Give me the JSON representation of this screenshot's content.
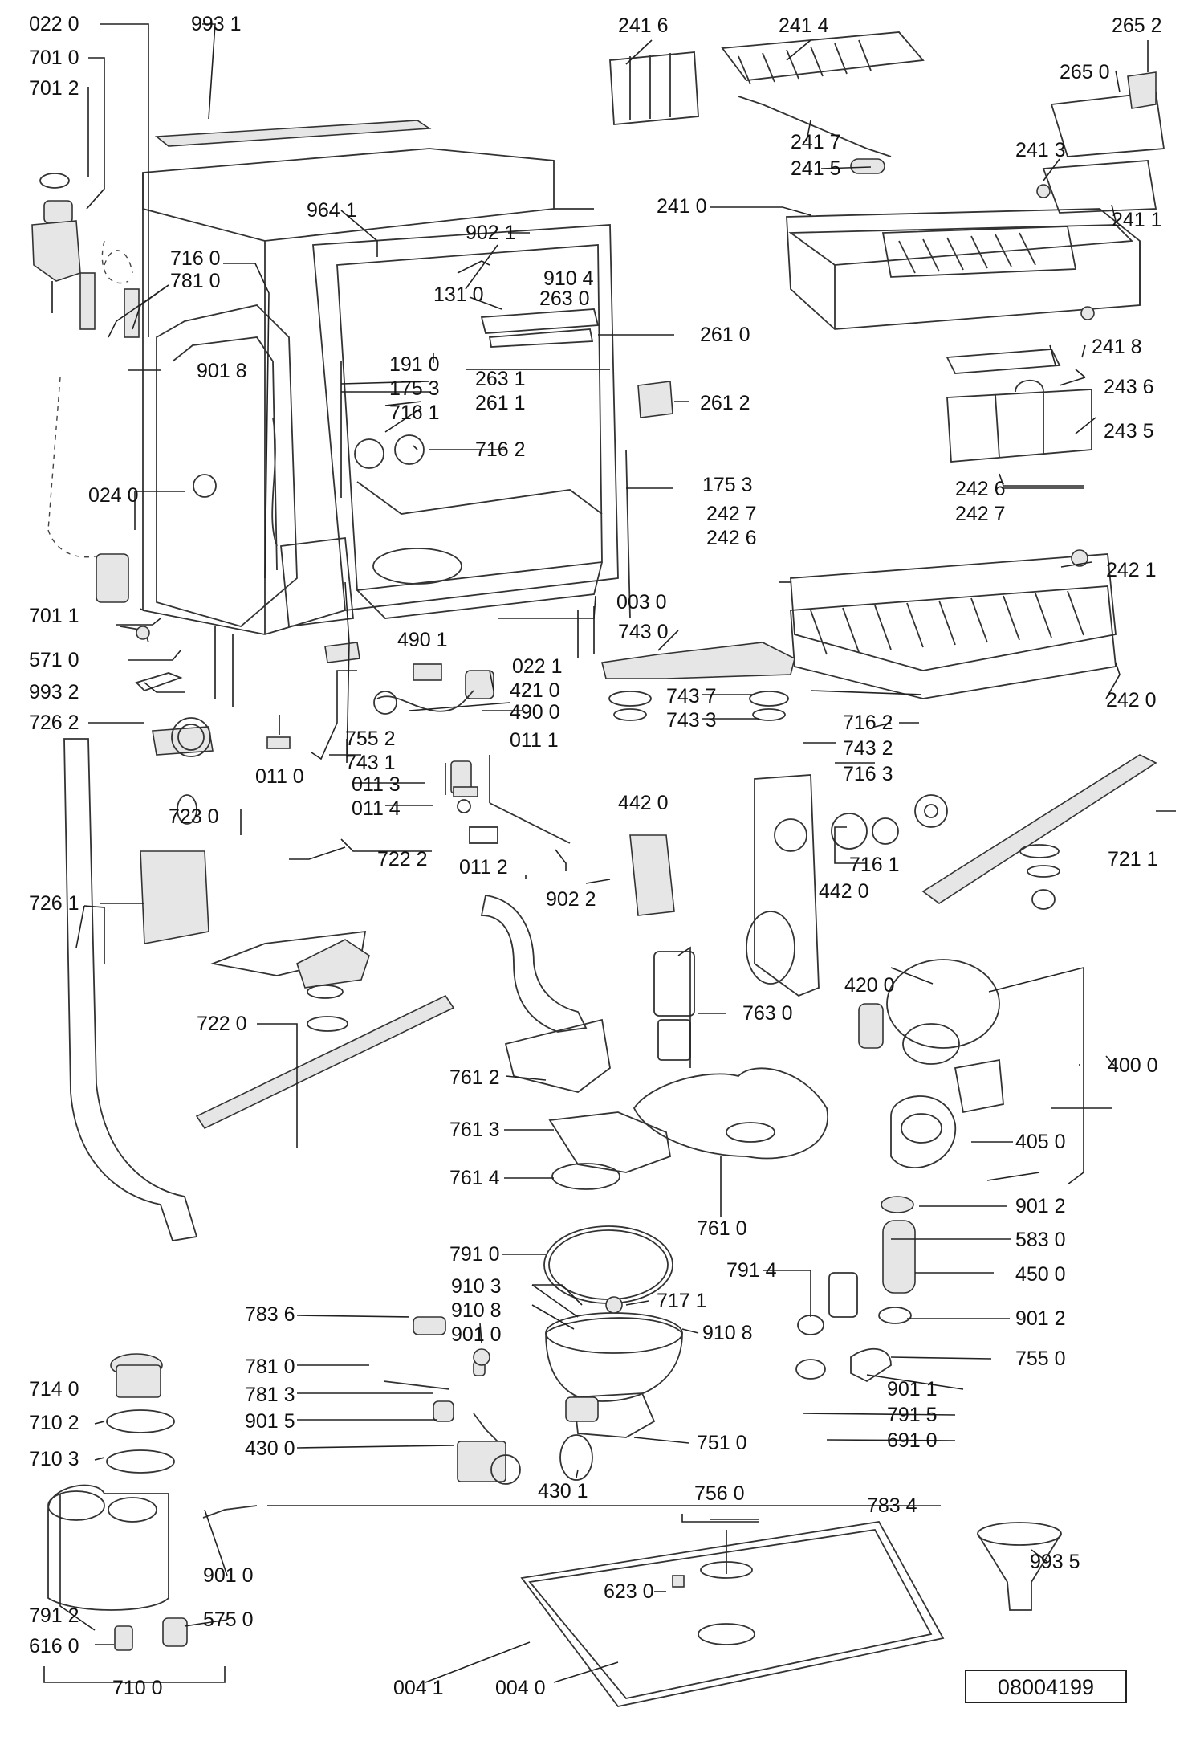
{
  "drawing_number": "08004199",
  "labels": [
    {
      "id": "022-0",
      "text": "022 0"
    },
    {
      "id": "993-1",
      "text": "993 1"
    },
    {
      "id": "241-6",
      "text": "241 6"
    },
    {
      "id": "241-4",
      "text": "241 4"
    },
    {
      "id": "265-2",
      "text": "265 2"
    },
    {
      "id": "701-0",
      "text": "701 0"
    },
    {
      "id": "701-2",
      "text": "701 2"
    },
    {
      "id": "265-0",
      "text": "265 0"
    },
    {
      "id": "241-3",
      "text": "241 3"
    },
    {
      "id": "241-7",
      "text": "241 7"
    },
    {
      "id": "241-5",
      "text": "241 5"
    },
    {
      "id": "241-0",
      "text": "241 0"
    },
    {
      "id": "241-1",
      "text": "241 1"
    },
    {
      "id": "964-1",
      "text": "964 1"
    },
    {
      "id": "902-1",
      "text": "902 1"
    },
    {
      "id": "716-0",
      "text": "716 0"
    },
    {
      "id": "781-0-top",
      "text": "781 0"
    },
    {
      "id": "910-4",
      "text": "910 4"
    },
    {
      "id": "131-0",
      "text": "131 0"
    },
    {
      "id": "263-0",
      "text": "263 0"
    },
    {
      "id": "261-0",
      "text": "261 0"
    },
    {
      "id": "241-8",
      "text": "241 8"
    },
    {
      "id": "901-8",
      "text": "901 8"
    },
    {
      "id": "191-0",
      "text": "191 0"
    },
    {
      "id": "263-1",
      "text": "263 1"
    },
    {
      "id": "243-6",
      "text": "243 6"
    },
    {
      "id": "175-3-a",
      "text": "175 3"
    },
    {
      "id": "261-1",
      "text": "261 1"
    },
    {
      "id": "261-2",
      "text": "261 2"
    },
    {
      "id": "716-1-a",
      "text": "716 1"
    },
    {
      "id": "243-5",
      "text": "243 5"
    },
    {
      "id": "716-2-a",
      "text": "716 2"
    },
    {
      "id": "175-3-b",
      "text": "175 3"
    },
    {
      "id": "024-0",
      "text": "024 0"
    },
    {
      "id": "242-6-a",
      "text": "242 6"
    },
    {
      "id": "242-7-a",
      "text": "242 7"
    },
    {
      "id": "242-7-b",
      "text": "242 7"
    },
    {
      "id": "242-6-b",
      "text": "242 6"
    },
    {
      "id": "242-1",
      "text": "242 1"
    },
    {
      "id": "003-0",
      "text": "003 0"
    },
    {
      "id": "701-1",
      "text": "701 1"
    },
    {
      "id": "743-0",
      "text": "743 0"
    },
    {
      "id": "490-1",
      "text": "490 1"
    },
    {
      "id": "022-1",
      "text": "022 1"
    },
    {
      "id": "571-0",
      "text": "571 0"
    },
    {
      "id": "421-0",
      "text": "421 0"
    },
    {
      "id": "993-2",
      "text": "993 2"
    },
    {
      "id": "743-7",
      "text": "743 7"
    },
    {
      "id": "242-0",
      "text": "242 0"
    },
    {
      "id": "490-0",
      "text": "490 0"
    },
    {
      "id": "743-3",
      "text": "743 3"
    },
    {
      "id": "726-2",
      "text": "726 2"
    },
    {
      "id": "755-2",
      "text": "755 2"
    },
    {
      "id": "716-2-b",
      "text": "716 2"
    },
    {
      "id": "011-1",
      "text": "011 1"
    },
    {
      "id": "743-2",
      "text": "743 2"
    },
    {
      "id": "743-1",
      "text": "743 1"
    },
    {
      "id": "716-3",
      "text": "716 3"
    },
    {
      "id": "011-0",
      "text": "011 0"
    },
    {
      "id": "011-3",
      "text": "011 3"
    },
    {
      "id": "723-0",
      "text": "723 0"
    },
    {
      "id": "442-0-a",
      "text": "442 0"
    },
    {
      "id": "011-4",
      "text": "011 4"
    },
    {
      "id": "721-1",
      "text": "721 1"
    },
    {
      "id": "716-1-b",
      "text": "716 1"
    },
    {
      "id": "722-2",
      "text": "722 2"
    },
    {
      "id": "011-2",
      "text": "011 2"
    },
    {
      "id": "442-0-b",
      "text": "442 0"
    },
    {
      "id": "726-1",
      "text": "726 1"
    },
    {
      "id": "902-2",
      "text": "902 2"
    },
    {
      "id": "420-0",
      "text": "420 0"
    },
    {
      "id": "763-0",
      "text": "763 0"
    },
    {
      "id": "722-0",
      "text": "722 0"
    },
    {
      "id": "400-0",
      "text": "400 0"
    },
    {
      "id": "761-2",
      "text": "761 2"
    },
    {
      "id": "405-0",
      "text": "405 0"
    },
    {
      "id": "761-3",
      "text": "761 3"
    },
    {
      "id": "761-4",
      "text": "761 4"
    },
    {
      "id": "761-0",
      "text": "761 0"
    },
    {
      "id": "901-2-a",
      "text": "901 2"
    },
    {
      "id": "791-0",
      "text": "791 0"
    },
    {
      "id": "583-0",
      "text": "583 0"
    },
    {
      "id": "791-4",
      "text": "791 4"
    },
    {
      "id": "450-0",
      "text": "450 0"
    },
    {
      "id": "910-3",
      "text": "910 3"
    },
    {
      "id": "717-1",
      "text": "717 1"
    },
    {
      "id": "783-6",
      "text": "783 6"
    },
    {
      "id": "910-8-a",
      "text": "910 8"
    },
    {
      "id": "910-8-b",
      "text": "910 8"
    },
    {
      "id": "901-2-b",
      "text": "901 2"
    },
    {
      "id": "901-0-a",
      "text": "901 0"
    },
    {
      "id": "755-0",
      "text": "755 0"
    },
    {
      "id": "781-0-b",
      "text": "781 0"
    },
    {
      "id": "901-1",
      "text": "901 1"
    },
    {
      "id": "714-0",
      "text": "714 0"
    },
    {
      "id": "781-3",
      "text": "781 3"
    },
    {
      "id": "791-5",
      "text": "791 5"
    },
    {
      "id": "710-2",
      "text": "710 2"
    },
    {
      "id": "901-5",
      "text": "901 5"
    },
    {
      "id": "751-0",
      "text": "751 0"
    },
    {
      "id": "691-0",
      "text": "691 0"
    },
    {
      "id": "430-0",
      "text": "430 0"
    },
    {
      "id": "710-3",
      "text": "710 3"
    },
    {
      "id": "430-1",
      "text": "430 1"
    },
    {
      "id": "756-0",
      "text": "756 0"
    },
    {
      "id": "783-4",
      "text": "783 4"
    },
    {
      "id": "993-5",
      "text": "993 5"
    },
    {
      "id": "623-0",
      "text": "623 0"
    },
    {
      "id": "901-0-b",
      "text": "901 0"
    },
    {
      "id": "791-2",
      "text": "791 2"
    },
    {
      "id": "575-0",
      "text": "575 0"
    },
    {
      "id": "616-0",
      "text": "616 0"
    },
    {
      "id": "710-0",
      "text": "710 0"
    },
    {
      "id": "004-1",
      "text": "004 1"
    },
    {
      "id": "004-0",
      "text": "004 0"
    }
  ]
}
